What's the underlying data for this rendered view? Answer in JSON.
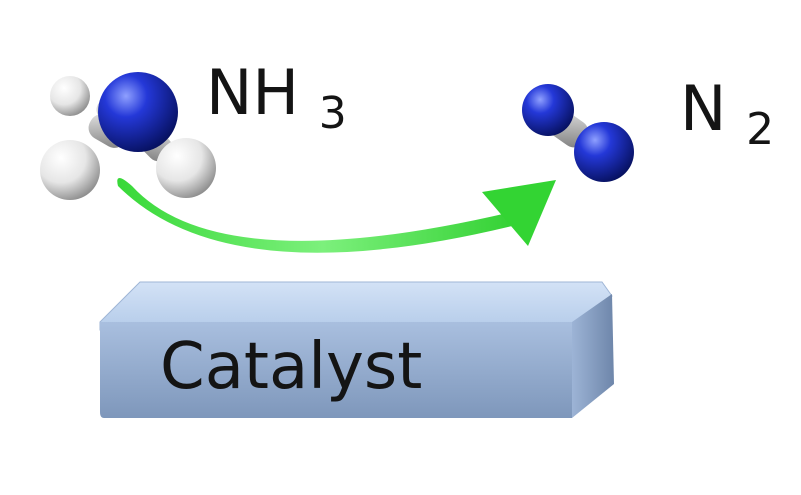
{
  "reactant": {
    "formula": "NH",
    "subscript": "3"
  },
  "product": {
    "formula": "N",
    "subscript": "2"
  },
  "catalyst": {
    "label": "Catalyst"
  },
  "colors": {
    "nitrogen": "#1a2bd0",
    "hydrogen": "#f2f2f2",
    "arrow": "#3fe03f",
    "catalyst_top": "#bcd3ef",
    "catalyst_front": "#8aa3c6"
  }
}
